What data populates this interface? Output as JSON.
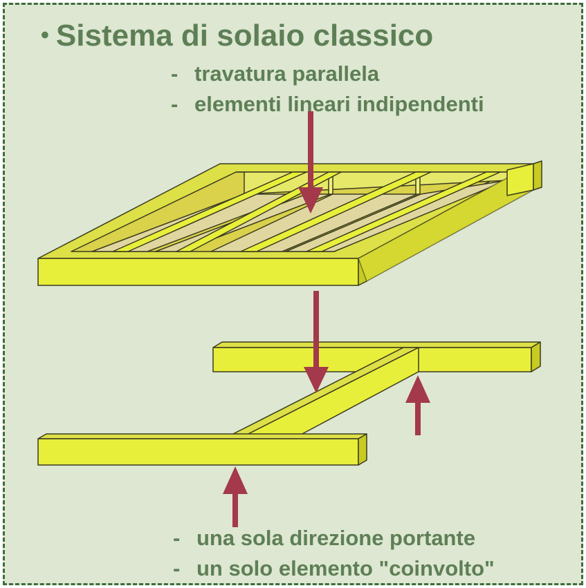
{
  "title": "Sistema di solaio classico",
  "bullet_glyph": "•",
  "top_bullets": [
    {
      "dash": "-",
      "text": "travatura parallela"
    },
    {
      "dash": "-",
      "text": "elementi lineari indipendenti"
    }
  ],
  "bottom_bullets": [
    {
      "dash": "-",
      "text": "una sola direzione portante"
    },
    {
      "dash": "-",
      "text": "un solo elemento \"coinvolto\""
    }
  ],
  "colors": {
    "background": "#dde7d1",
    "border": "#3d6b3d",
    "text": "#5e7f56",
    "timber_face": "#e8ef3a",
    "timber_top": "#dde046",
    "timber_side": "#c7cb22",
    "floor_board": "#e0d7a0",
    "arrow": "#a3394a",
    "outline": "#3a3a20"
  },
  "icons": {
    "load_arrow_down": "arrow-down-icon",
    "reaction_arrow_up": "arrow-up-icon"
  }
}
